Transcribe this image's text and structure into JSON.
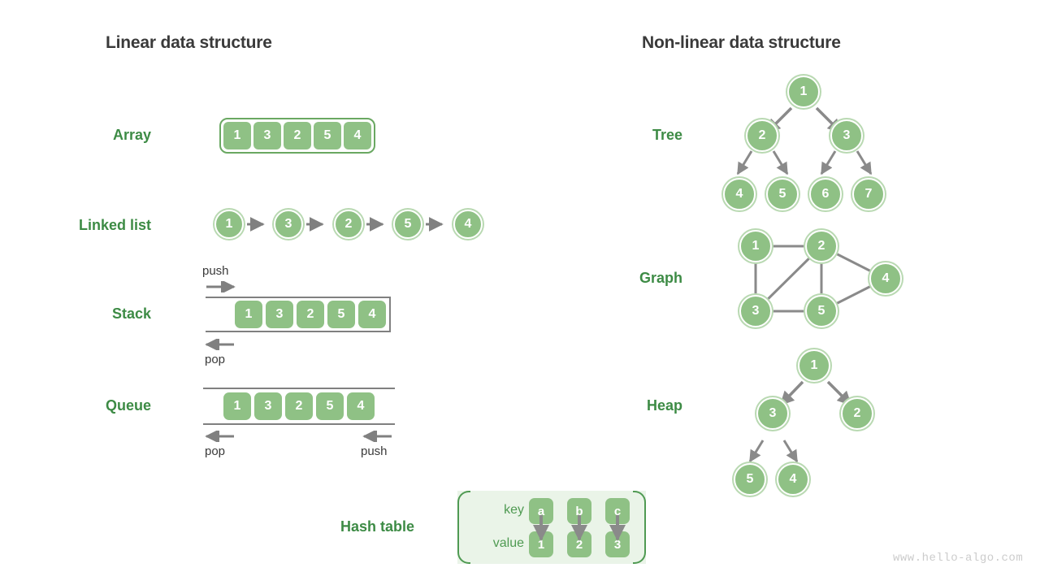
{
  "columns": {
    "linear_title": "Linear data structure",
    "nonlinear_title": "Non-linear data structure"
  },
  "linear": {
    "array": {
      "label": "Array",
      "values": [
        "1",
        "3",
        "2",
        "5",
        "4"
      ]
    },
    "linked_list": {
      "label": "Linked list",
      "values": [
        "1",
        "3",
        "2",
        "5",
        "4"
      ]
    },
    "stack": {
      "label": "Stack",
      "values": [
        "1",
        "3",
        "2",
        "5",
        "4"
      ],
      "push_label": "push",
      "pop_label": "pop"
    },
    "queue": {
      "label": "Queue",
      "values": [
        "1",
        "3",
        "2",
        "5",
        "4"
      ],
      "pop_label": "pop",
      "push_label": "push"
    },
    "hash_table": {
      "label": "Hash table",
      "key_label": "key",
      "value_label": "value",
      "keys": [
        "a",
        "b",
        "c"
      ],
      "values": [
        "1",
        "2",
        "3"
      ]
    }
  },
  "nonlinear": {
    "tree": {
      "label": "Tree",
      "nodes": [
        "1",
        "2",
        "3",
        "4",
        "5",
        "6",
        "7"
      ]
    },
    "graph": {
      "label": "Graph",
      "nodes": [
        "1",
        "2",
        "3",
        "4",
        "5"
      ]
    },
    "heap": {
      "label": "Heap",
      "nodes": [
        "1",
        "3",
        "2",
        "5",
        "4"
      ]
    }
  },
  "watermark": "www.hello-algo.com",
  "colors": {
    "node_fill": "#8fc185",
    "node_ring": "#b9d9b2",
    "label_green": "#3d8b45",
    "title_gray": "#3a3a3a",
    "edge_gray": "#808080",
    "panel_bg": "#eaf4e8",
    "bracket_green": "#4f9a52"
  }
}
